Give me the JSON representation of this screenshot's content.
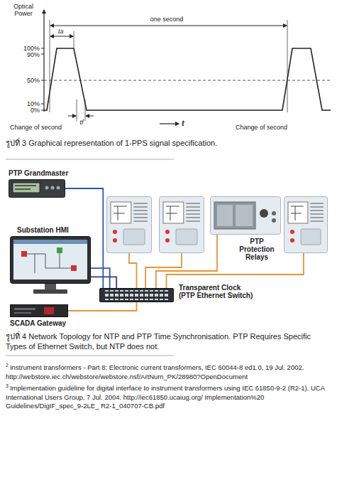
{
  "diagram": {
    "caption": "รูปที่ 4 Network Topology for NTP and PTP Time Synchronisation. PTP Requires Specific Types of Ethernet Switch, but NTP does not.",
    "nodes": [
      {
        "text": [
          "PTP Grandmaster"
        ]
      },
      {
        "text": [
          "Substation HMI"
        ]
      },
      {
        "text": [
          "SCADA Gateway"
        ]
      },
      {
        "text": [
          "Transparent Clock (PTP Ethernet Switch)"
        ]
      },
      {
        "text": []
      },
      {
        "text": []
      },
      {
        "text": [
          "PTP Protection Relays"
        ]
      },
      {
        "text": []
      }
    ],
    "edges": [
      {
        "from": 0,
        "to": 3,
        "arrow": "none"
      },
      {
        "from": 1,
        "to": 3,
        "arrow": "none"
      },
      {
        "from": 1,
        "to": 3,
        "arrow": "none"
      },
      {
        "from": 2,
        "to": 3,
        "arrow": "none"
      },
      {
        "from": 3,
        "to": 4,
        "arrow": "none"
      },
      {
        "from": 3,
        "to": 5,
        "arrow": "none"
      },
      {
        "from": 3,
        "to": 6,
        "arrow": "none"
      },
      {
        "from": 3,
        "to": 7,
        "arrow": "none"
      }
    ],
    "labels": [
      "Optical Power",
      "100%",
      "90%",
      "50%",
      "10%",
      "0%",
      "ta",
      "one second",
      "tf",
      "t",
      "Change of second",
      "Change of second",
      "รูปที่ 3 Graphical representation of 1-PPS signal specification.",
      "2",
      "Instrument transformers - Part 8: Electronic current transformers, IEC 60044-8 ed1.0, 19 Jul. 2002.",
      "http://webstore.iec.ch/webstore/webstore.nsf/ArtNum_PK/28980?OpenDocument",
      "3",
      "Implementation guideline for digital interface to instrument transformers using IEC 61850-9-2 (R2-1). UCA",
      "International Users Group, 7 Jul. 2004. http://iec61850.ucaiug.org/ Implementation%20 Guidelines/DigIF_spec_9-2LE_ R2-1_040707-CB.pdf"
    ]
  }
}
